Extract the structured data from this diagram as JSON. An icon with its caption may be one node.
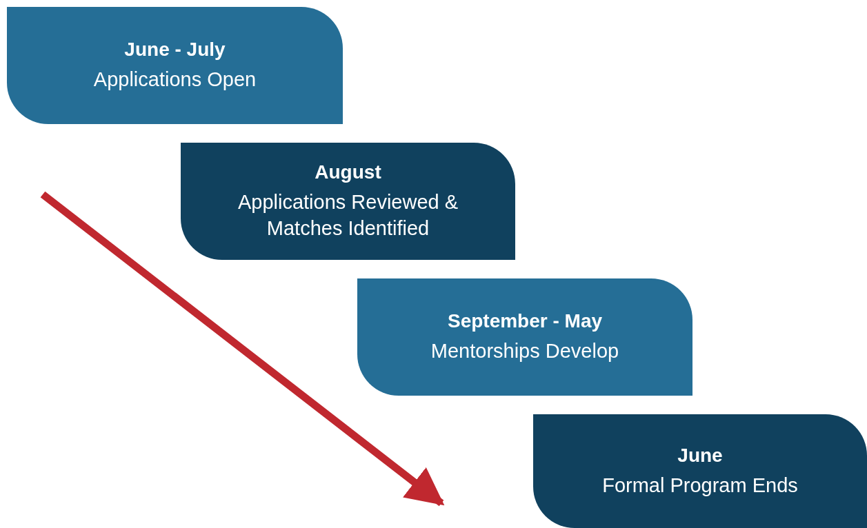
{
  "diagram": {
    "nodes": [
      {
        "text": [
          "June - July",
          "Applications Open"
        ]
      },
      {
        "text": [
          "August",
          "Applications Reviewed & Matches Identified"
        ]
      },
      {
        "text": [
          "September - May",
          "Mentorships Develop"
        ]
      },
      {
        "text": [
          "June",
          "Formal Program Ends"
        ]
      }
    ]
  }
}
